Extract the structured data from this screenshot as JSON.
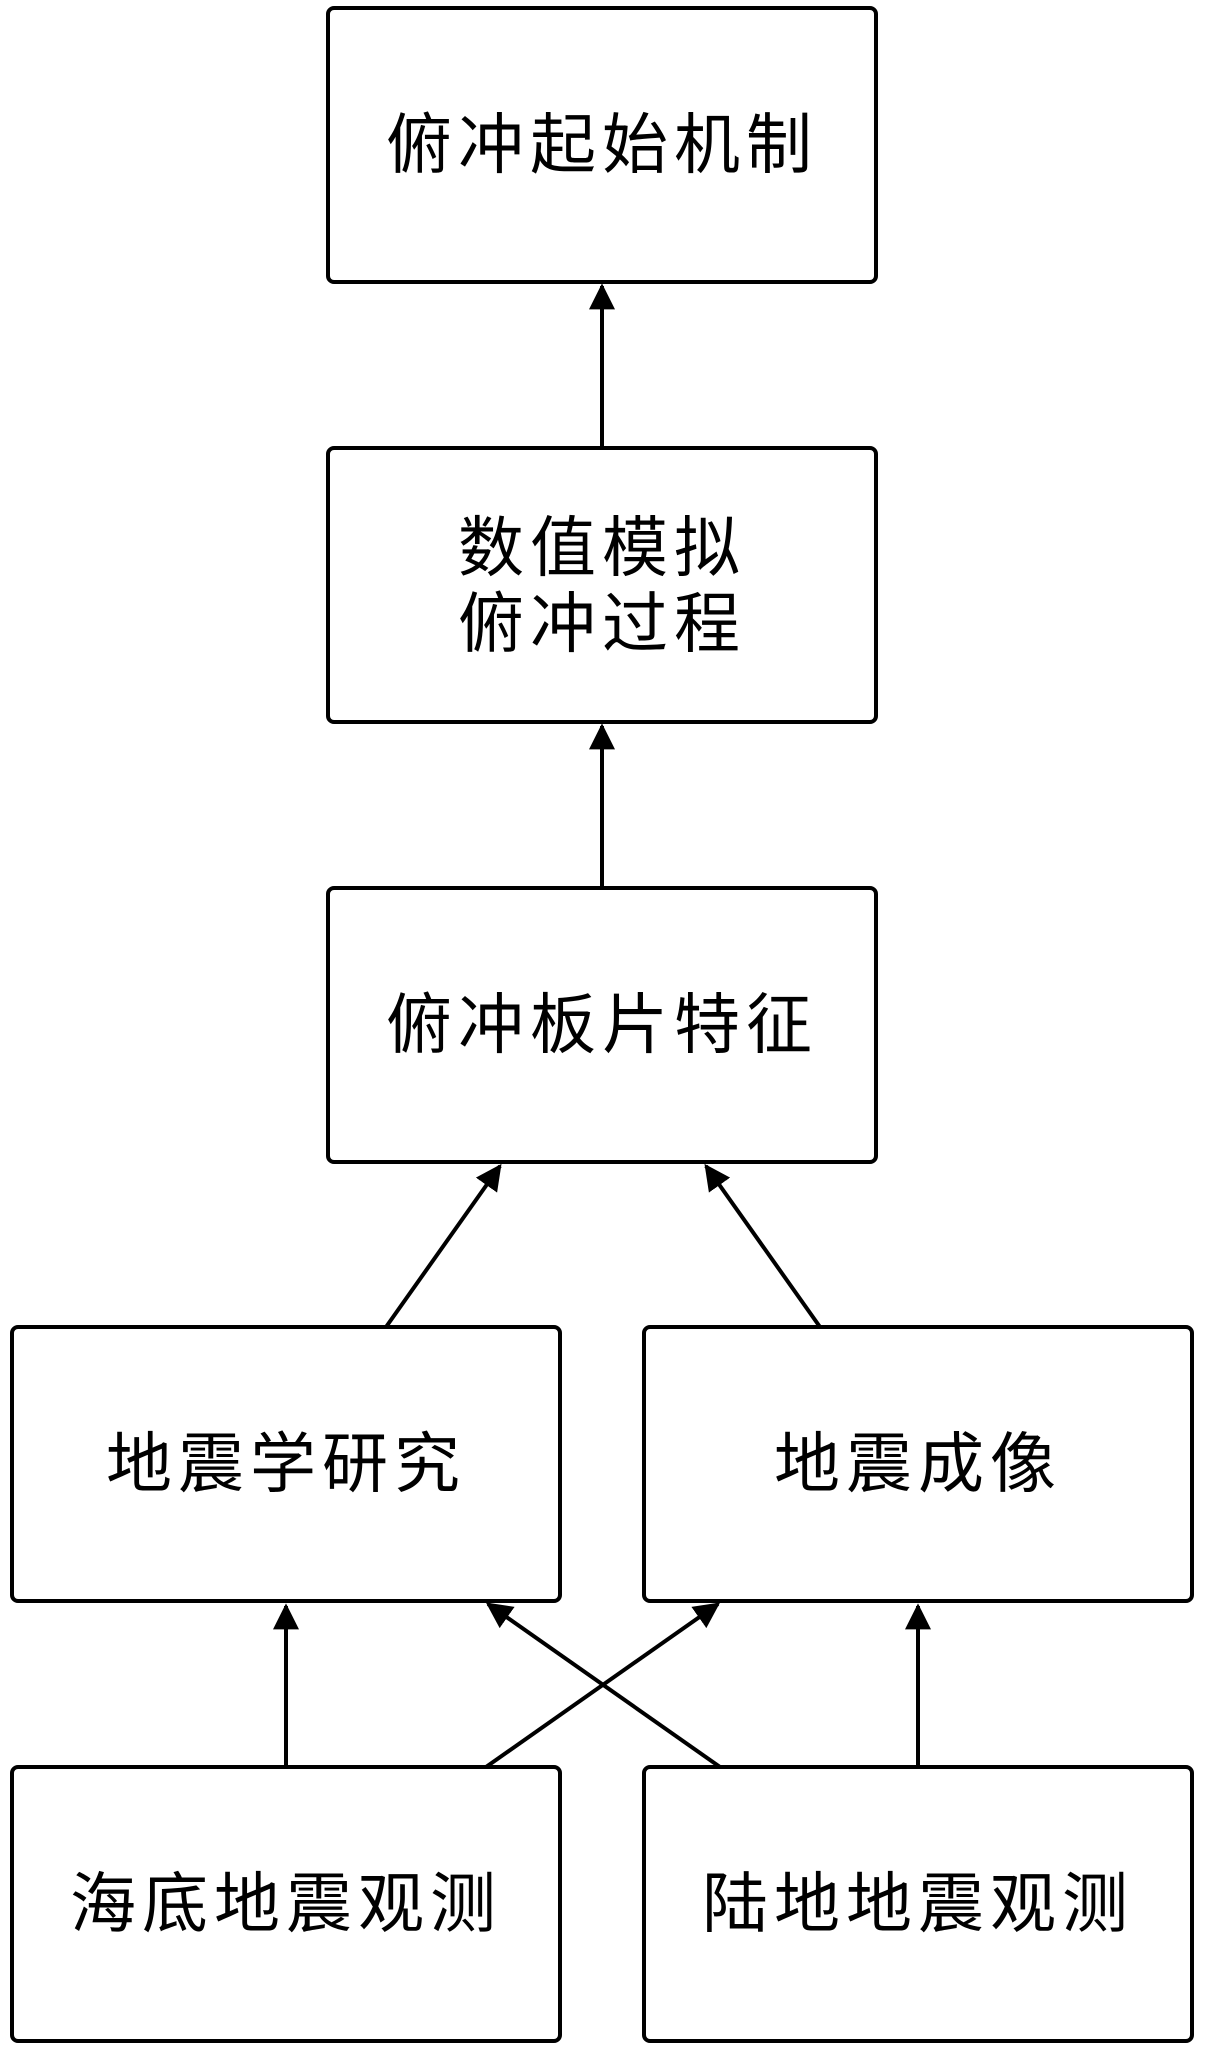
{
  "nodes": {
    "mechanism": {
      "lines": [
        "俯冲起始机制"
      ]
    },
    "simulation": {
      "lines": [
        "数值模拟",
        "俯冲过程"
      ]
    },
    "slab_features": {
      "lines": [
        "俯冲板片特征"
      ]
    },
    "seismology": {
      "lines": [
        "地震学研究"
      ]
    },
    "imaging": {
      "lines": [
        "地震成像"
      ]
    },
    "ocean_obs": {
      "lines": [
        "海底地震观测"
      ]
    },
    "land_obs": {
      "lines": [
        "陆地地震观测"
      ]
    }
  },
  "edges": [
    {
      "from": "simulation",
      "to": "mechanism"
    },
    {
      "from": "slab_features",
      "to": "simulation"
    },
    {
      "from": "seismology",
      "to": "slab_features"
    },
    {
      "from": "imaging",
      "to": "slab_features"
    },
    {
      "from": "ocean_obs",
      "to": "seismology"
    },
    {
      "from": "ocean_obs",
      "to": "imaging"
    },
    {
      "from": "land_obs",
      "to": "seismology"
    },
    {
      "from": "land_obs",
      "to": "imaging"
    }
  ]
}
